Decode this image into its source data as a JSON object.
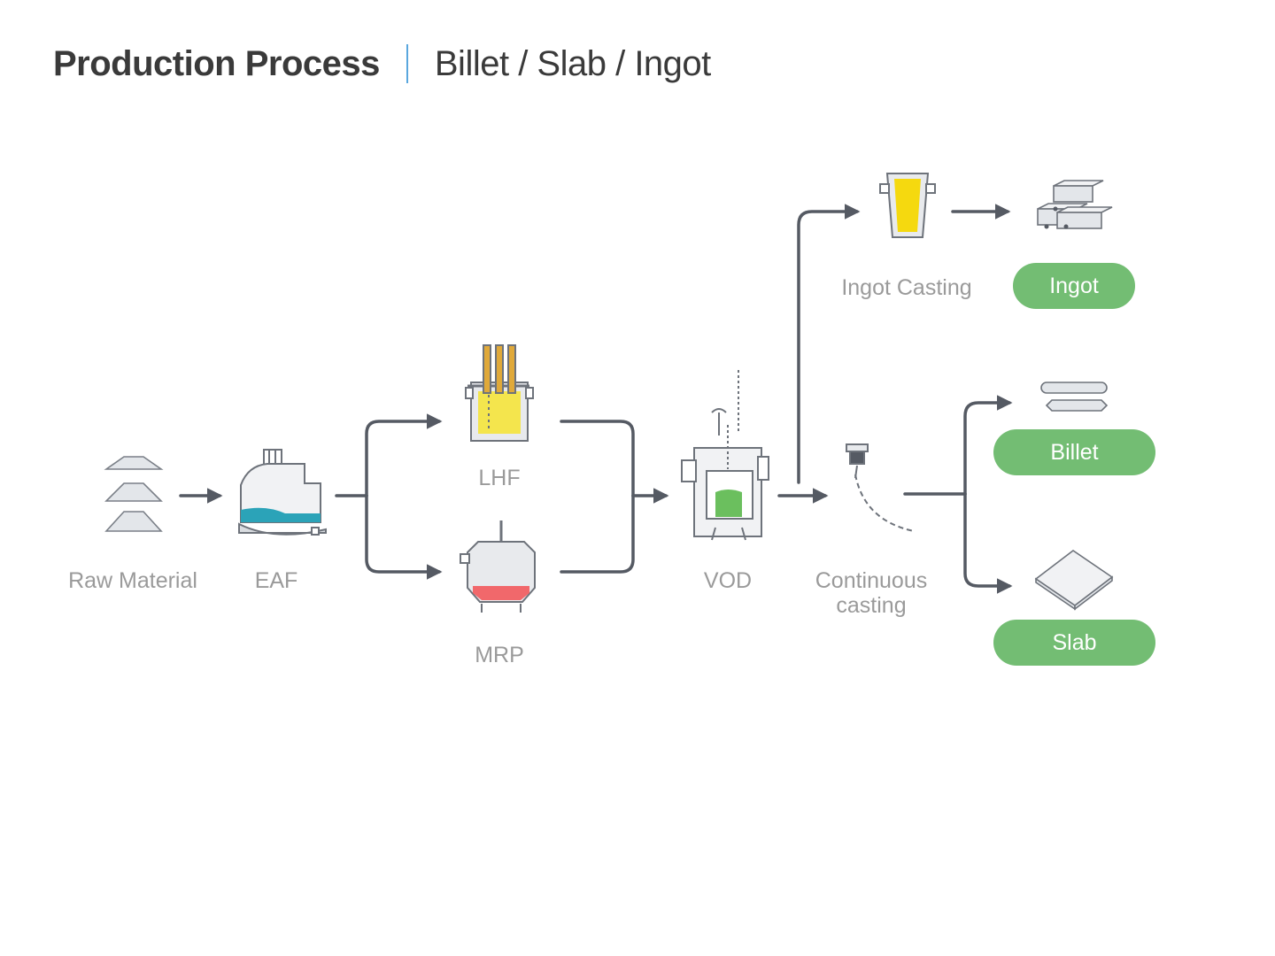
{
  "header": {
    "title": "Production Process",
    "subtitle": "Billet / Slab / Ingot"
  },
  "stages": {
    "raw_material": "Raw Material",
    "eaf": "EAF",
    "lhf": "LHF",
    "mrp": "MRP",
    "vod": "VOD",
    "continuous_casting": "Continuous\ncasting",
    "ingot_casting": "Ingot Casting"
  },
  "products": {
    "ingot": "Ingot",
    "billet": "Billet",
    "slab": "Slab"
  },
  "colors": {
    "line": "#555a63",
    "eaf_melt": "#2ba3b8",
    "lhf_melt": "#f4e54d",
    "lhf_electrodes": "#e0a93a",
    "mrp_melt": "#f1686b",
    "vod_melt": "#6bbf5e",
    "ingot_fill": "#f5d90f",
    "pill": "#73bd73"
  }
}
